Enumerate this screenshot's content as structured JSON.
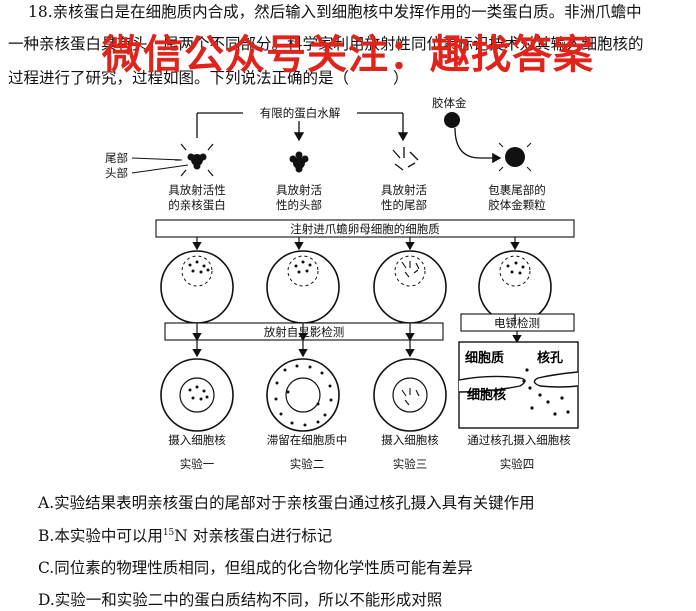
{
  "question": {
    "number": "18.",
    "line1": "亲核蛋白是在细胞质内合成，然后输入到细胞核中发挥作用的一类蛋白质。非洲爪蟾中",
    "line2": "一种亲核蛋白具有头、尾两个不同部分。科学家利用放射性同位素标记技术对其输入细胞核的",
    "line3_a": "过程进行了研究，过程如图。下列说法正确的是（",
    "line3_b": "）"
  },
  "watermark": "微信公众号关注：趣找答案",
  "diagram": {
    "top_label": "有限的蛋白水解",
    "colloid_gold_label": "胶体金",
    "tail_label": "尾部",
    "head_label": "头部",
    "materials": [
      {
        "line1": "具放射活性",
        "line2": "的亲核蛋白"
      },
      {
        "line1": "具放射活",
        "line2": "性的头部"
      },
      {
        "line1": "具放射活",
        "line2": "性的尾部"
      },
      {
        "line1": "包裹尾部的",
        "line2": "胶体金颗粒"
      }
    ],
    "inject_box": "注射进爪蟾卵母细胞的细胞质",
    "autorad_box": "放射自显影检测",
    "em_box": "电镜检测",
    "em_cytoplasm": "细胞质",
    "em_pore": "核孔",
    "em_nucleus": "细胞核",
    "results": [
      "摄入细胞核",
      "滞留在细胞质中",
      "摄入细胞核",
      "通过核孔摄入细胞核"
    ],
    "experiments": [
      "实验一",
      "实验二",
      "实验三",
      "实验四"
    ]
  },
  "options": {
    "A": "A.实验结果表明亲核蛋白的尾部对于亲核蛋白通过核孔摄入具有关键作用",
    "B_pre": "B.本实验中可以用",
    "B_sup": "15",
    "B_post": "N 对亲核蛋白进行标记",
    "C": "C.同位素的物理性质相同，但组成的化合物化学性质可能有差异",
    "D": "D.实验一和实验二中的蛋白质结构不同，所以不能形成对照"
  }
}
